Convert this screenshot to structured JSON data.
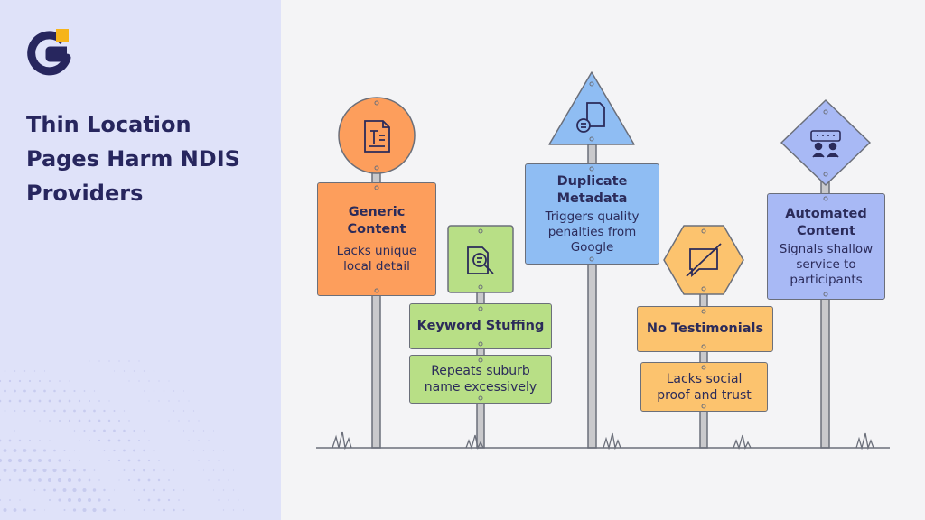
{
  "page": {
    "title_lines": [
      "Thin Location",
      "Pages Harm NDIS",
      "Providers"
    ]
  },
  "colors": {
    "left_panel": "#dfe2f9",
    "background": "#f4f4f6",
    "title_text": "#27265e",
    "logo_navy": "#27265e",
    "logo_yellow": "#f6b41a",
    "orange": "#fd9e5c",
    "green": "#b8df86",
    "blue": "#8fbdf3",
    "amber": "#fcc36e",
    "lavender": "#a8b9f5",
    "pole": "#c9c9cc",
    "outline": "#6b6f7a"
  },
  "signs": [
    {
      "id": "generic-content",
      "icon": "document-text-icon",
      "heading": "Generic Content",
      "heading_lines": [
        "Generic",
        "Content"
      ],
      "body_lines": [
        "Lacks unique",
        "local detail"
      ]
    },
    {
      "id": "keyword-stuffing",
      "icon": "magnifier-document-icon",
      "heading": "Keyword Stuffing",
      "body_lines": [
        "Repeats suburb",
        "name excessively"
      ]
    },
    {
      "id": "duplicate-metadata",
      "icon": "duplicate-files-icon",
      "heading_lines": [
        "Duplicate",
        "Metadata"
      ],
      "body_lines": [
        "Triggers quality",
        "penalties from",
        "Google"
      ]
    },
    {
      "id": "no-testimonials",
      "icon": "no-chat-icon",
      "heading": "No Testimonials",
      "body_lines": [
        "Lacks social",
        "proof and trust"
      ]
    },
    {
      "id": "automated-content",
      "icon": "robot-people-icon",
      "heading_lines": [
        "Automated",
        "Content"
      ],
      "body_lines": [
        "Signals shallow",
        "service to",
        "participants"
      ]
    }
  ]
}
